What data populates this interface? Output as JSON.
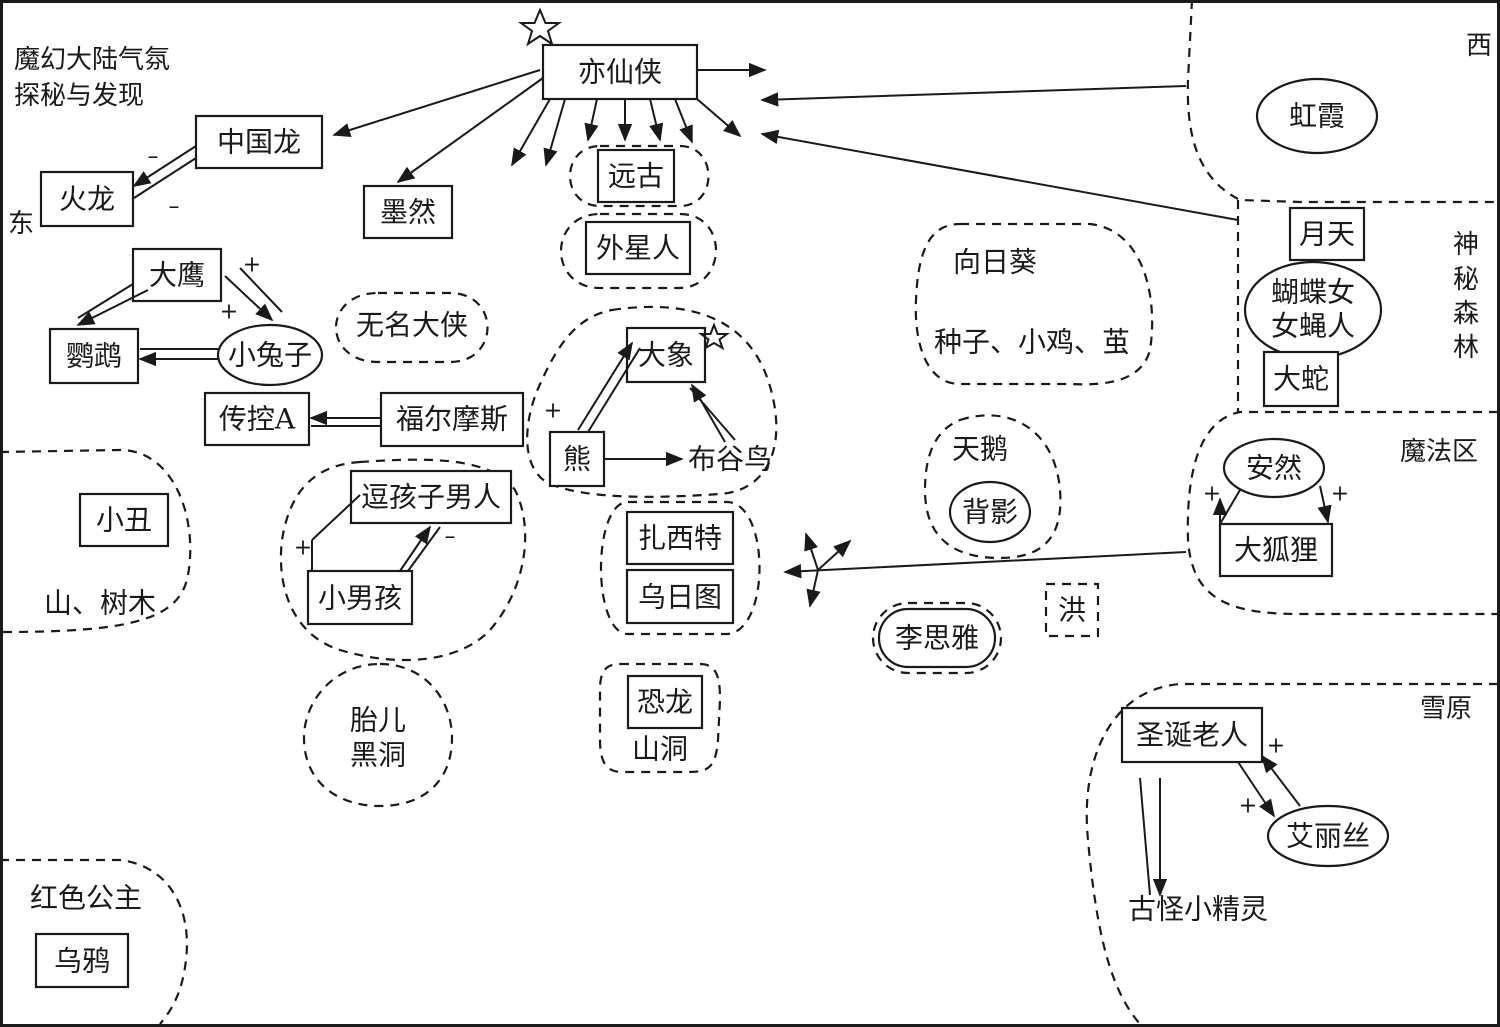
{
  "title": [
    "魔幻大陆气氛",
    "探秘与发现"
  ],
  "directions": {
    "east": "东",
    "west": "西"
  },
  "regions": {
    "forest": [
      "神",
      "秘",
      "森",
      "林"
    ],
    "magic": "魔法区",
    "snow": "雪原"
  },
  "nodes": {
    "yixianxia": "亦仙侠",
    "zhongguolong": "中国龙",
    "huolong": "火龙",
    "moran": "墨然",
    "yuangu": "远古",
    "waixingren": "外星人",
    "hongxia": "虹霞",
    "yuetian": "月天",
    "hudienu": [
      "蝴蝶女",
      "女蝇人"
    ],
    "dashe": "大蛇",
    "daying": "大鹰",
    "yingwu": "鹦鹉",
    "xiaotuzi": "小兔子",
    "wumingdaxia": "无名大侠",
    "chuankong": "传控A",
    "fuermosi": "福尔摩斯",
    "daxiang": "大象",
    "xiong": "熊",
    "buguniao": "布谷鸟",
    "xiangrikui": "向日葵",
    "xiangrikui_items": "种子、小鸡、茧",
    "tiane": "天鹅",
    "beiying": "背影",
    "anran": "安然",
    "dahuli": "大狐狸",
    "xiaochou": "小丑",
    "shan_shumu": "山、树木",
    "douhaizi": "逗孩子男人",
    "xiaonanhai": "小男孩",
    "zhaxite": "扎西特",
    "wuritu": "乌日图",
    "lisiya": "李思雅",
    "hong": "洪",
    "taier": [
      "胎儿",
      "黑洞"
    ],
    "konglong": "恐龙",
    "shandong": "山洞",
    "shengdan": "圣诞老人",
    "ailisi": "艾丽丝",
    "guguai": "古怪小精灵",
    "hongse": "红色公主",
    "wuya": "乌鸦"
  },
  "signs": {
    "plus": "+",
    "minus": "–"
  }
}
